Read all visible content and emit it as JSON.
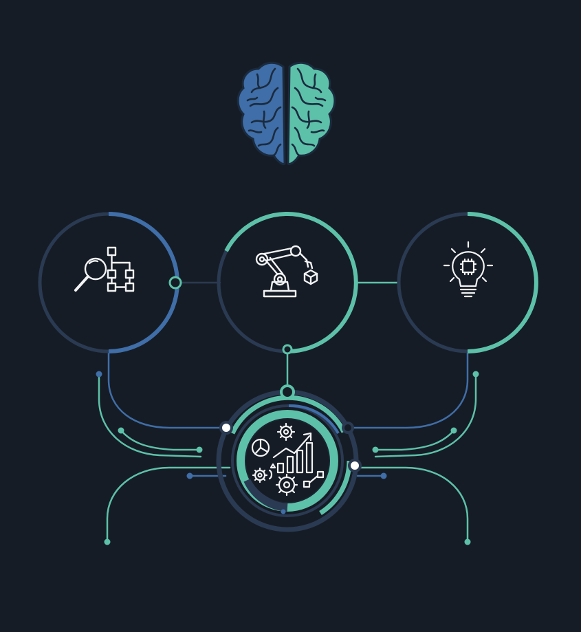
{
  "colors": {
    "background": "#161c25",
    "blue": "#3f6ea8",
    "teal": "#5dc1aa",
    "track": "#2a3a52",
    "icon_line": "#f2f4f6"
  },
  "nodes": [
    {
      "id": "brain",
      "icon": "brain-icon"
    },
    {
      "id": "discovery",
      "icon": "magnifier-flowchart-icon",
      "ring_accent": "blue"
    },
    {
      "id": "automation",
      "icon": "robot-arm-icon",
      "ring_accent": "teal"
    },
    {
      "id": "insight",
      "icon": "lightbulb-chip-icon",
      "ring_accent": "teal"
    },
    {
      "id": "analytics-hub",
      "icon": "analytics-gears-icon",
      "ring_accent": "teal"
    }
  ]
}
